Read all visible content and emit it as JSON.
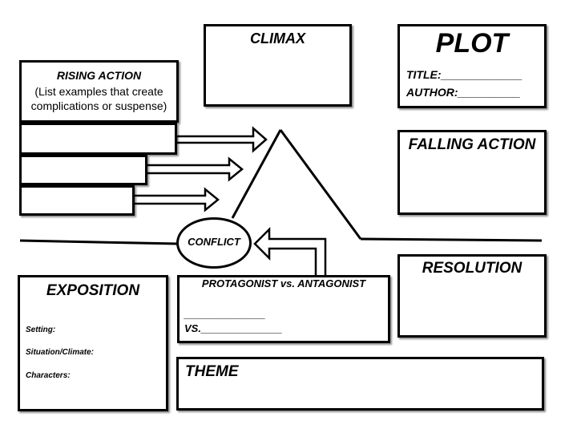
{
  "climax": {
    "label": "CLIMAX"
  },
  "plot": {
    "title": "PLOT",
    "title_line": "TITLE:_____________",
    "author_line": "AUTHOR:__________"
  },
  "rising_action": {
    "label": "RISING ACTION",
    "instructions_line1": "(List examples that create",
    "instructions_line2": "complications or suspense)"
  },
  "falling_action": {
    "label": "FALLING ACTION"
  },
  "conflict": {
    "label": "CONFLICT"
  },
  "resolution": {
    "label": "RESOLUTION"
  },
  "exposition": {
    "label": "EXPOSITION",
    "setting": "Setting:",
    "situation": "Situation/Climate:",
    "characters": "Characters:"
  },
  "protagonist": {
    "header": "PROTAGONIST vs. ANTAGONIST",
    "line1": "______________",
    "line2": "VS.______________"
  },
  "theme": {
    "label": "THEME"
  }
}
